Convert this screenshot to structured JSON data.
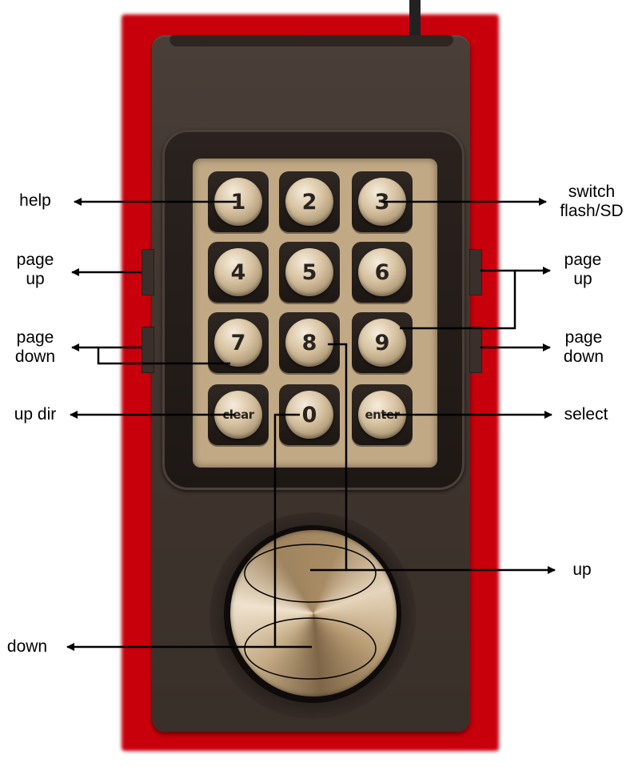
{
  "keypad": {
    "keys": [
      {
        "label": "1"
      },
      {
        "label": "2"
      },
      {
        "label": "3"
      },
      {
        "label": "4"
      },
      {
        "label": "5"
      },
      {
        "label": "6"
      },
      {
        "label": "7"
      },
      {
        "label": "8"
      },
      {
        "label": "9"
      },
      {
        "label": "clear"
      },
      {
        "label": "0"
      },
      {
        "label": "enter"
      }
    ]
  },
  "labels": {
    "help": "help",
    "switch_line1": "switch",
    "switch_line2": "flash/SD",
    "page_up_left_1": "page",
    "page_up_left_2": "up",
    "page_down_left_1": "page",
    "page_down_left_2": "down",
    "page_up_right_1": "page",
    "page_up_right_2": "up",
    "page_down_right_1": "page",
    "page_down_right_2": "down",
    "up_dir": "up dir",
    "select": "select",
    "up": "up",
    "down": "down"
  },
  "colors": {
    "background_red": "#c8000c",
    "controller_body": "#3f342e",
    "keypad_face": "#c2a985",
    "key_cap": "#d9c4a4"
  }
}
